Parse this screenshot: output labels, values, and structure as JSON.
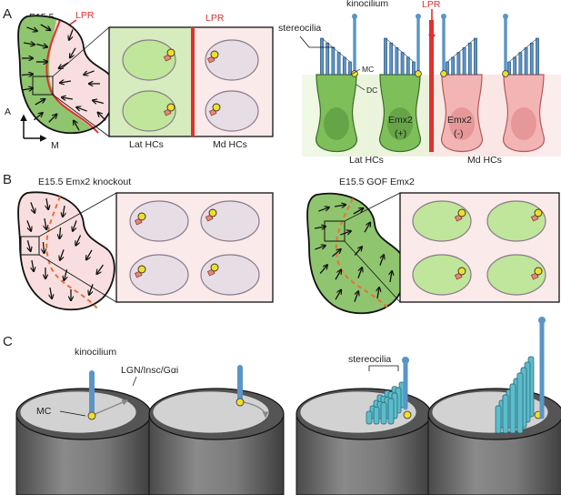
{
  "panel_a": {
    "letter": "A",
    "stage": "E15.5",
    "lpr_label": "LPR",
    "zoom_lpr_label": "LPR",
    "lat_label": "Lat HCs",
    "md_label": "Md HCs",
    "axis_a": "A",
    "axis_m": "M",
    "cells": {
      "kinocilium": "kinocilium",
      "stereocilia": "stereocilia",
      "lpr": "LPR",
      "mc": "MC",
      "dc": "DC",
      "emx2_pos_name": "Emx2",
      "emx2_pos_sign": "(+)",
      "emx2_neg_name": "Emx2",
      "emx2_neg_sign": "(-)",
      "lat_label": "Lat HCs",
      "md_label": "Md HCs"
    }
  },
  "panel_b": {
    "letter": "B",
    "ko_title": "E15.5 Emx2 knockout",
    "gof_title": "E15.5 GOF Emx2"
  },
  "panel_c": {
    "letter": "C",
    "kinocilium": "kinocilium",
    "lgn": "LGN/Insc/Gαi",
    "mc": "MC",
    "stereocilia": "stereocilia"
  },
  "colors": {
    "green_fill": "#8fc56e",
    "green_dark": "#5b9a3e",
    "pink_fill": "#f8dede",
    "red": "#e03030",
    "hc_green": "#c8eaa6",
    "hc_pink": "#e7dde5",
    "kinocilium_blue": "#5a94c8",
    "stereocilia_teal": "#5cbccc",
    "yellow": "#f2de2a"
  }
}
